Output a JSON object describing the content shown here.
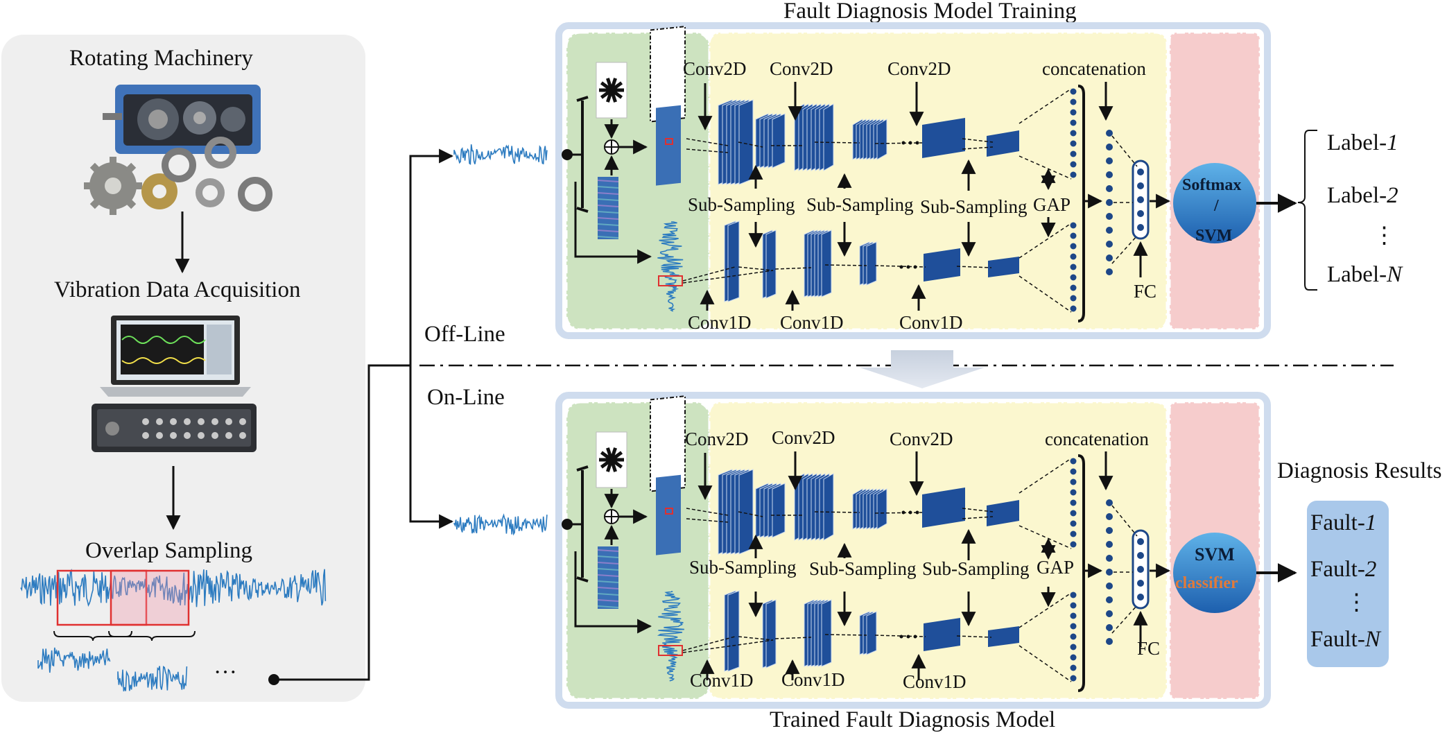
{
  "left_panel": {
    "rotating_machinery": "Rotating Machinery",
    "vibration_data_acquisition": "Vibration Data Acquisition",
    "overlap_sampling": "Overlap Sampling",
    "ellipsis": "···"
  },
  "modes": {
    "offline": "Off-Line",
    "online": "On-Line"
  },
  "training_model": {
    "title": "Fault Diagnosis Model Training",
    "conv2d_labels": [
      "Conv2D",
      "Conv2D",
      "Conv2D"
    ],
    "subsampling_labels": [
      "Sub-Sampling",
      "Sub-Sampling",
      "Sub-Sampling"
    ],
    "conv1d_labels": [
      "Conv1D",
      "Conv1D",
      "Conv1D"
    ],
    "concatenation": "concatenation",
    "gap": "GAP",
    "fc": "FC",
    "classifier_top": "Softmax",
    "classifier_mid": "/",
    "classifier_bottom": "SVM",
    "labels": [
      "Label-",
      "Label-",
      "Label-"
    ],
    "label_indices": [
      "1",
      "2",
      "N"
    ],
    "labels_ellipsis": "⋮"
  },
  "trained_model": {
    "title": "Trained Fault Diagnosis Model",
    "conv2d_labels": [
      "Conv2D",
      "Conv2D",
      "Conv2D"
    ],
    "subsampling_labels": [
      "Sub-Sampling",
      "Sub-Sampling",
      "Sub-Sampling"
    ],
    "conv1d_labels": [
      "Conv1D",
      "Conv1D",
      "Conv1D"
    ],
    "concatenation": "concatenation",
    "gap": "GAP",
    "fc": "FC",
    "classifier_top": "SVM",
    "classifier_bottom": "classifier"
  },
  "results": {
    "title": "Diagnosis Results",
    "faults": [
      "Fault-",
      "Fault-",
      "Fault-"
    ],
    "fault_indices": [
      "1",
      "2",
      "N"
    ],
    "ellipsis": "⋮"
  },
  "colors": {
    "left_panel_bg": "#efefef",
    "model_frame": "#cfdcee",
    "input_panel": "#cde3c0",
    "network_panel": "#fbf7cf",
    "classifier_panel": "#f6cccc",
    "signal_blue": "#2c7bc0",
    "layer_blue": "#1f4f9a",
    "node_blue": "#1d4788",
    "results_box": "#a9c8ea"
  }
}
